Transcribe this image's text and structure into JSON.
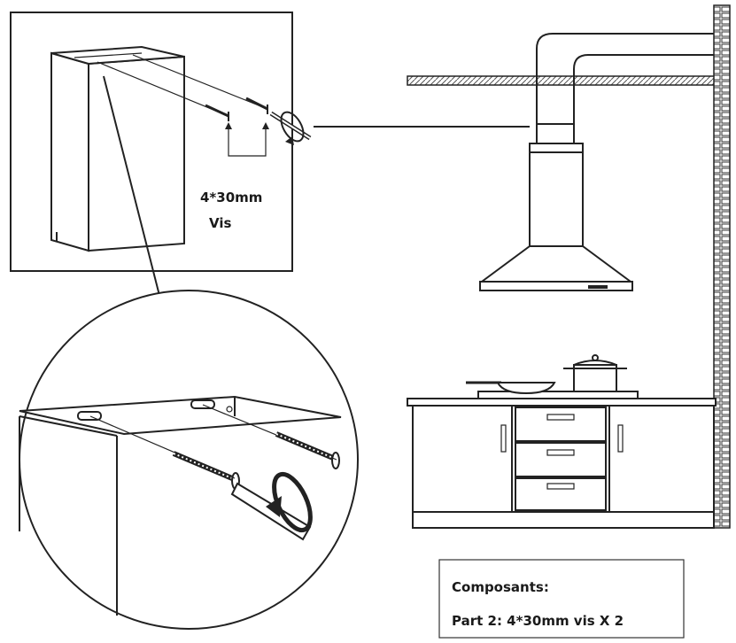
{
  "inset": {
    "screw_size": "4*30mm",
    "screw_word": "Vis"
  },
  "legend": {
    "title": "Composants:",
    "part": "Part 2:  4*30mm vis X 2"
  }
}
